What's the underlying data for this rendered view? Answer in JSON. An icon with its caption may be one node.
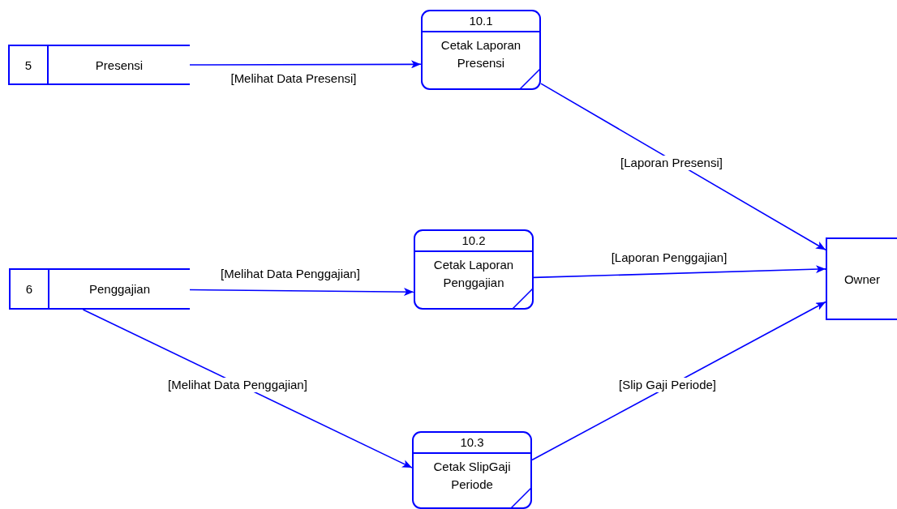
{
  "diagram": {
    "nodes": [
      {
        "text": [
          "5",
          "Presensi"
        ]
      },
      {
        "text": [
          "10.1",
          "Cetak Laporan Presensi"
        ]
      },
      {
        "text": [
          "6",
          "Penggajian"
        ]
      },
      {
        "text": [
          "10.2",
          "Cetak Laporan Penggajian"
        ]
      },
      {
        "text": [
          "Owner"
        ]
      },
      {
        "text": [
          "10.3",
          "Cetak SlipGaji Periode"
        ]
      }
    ],
    "edges": [
      {
        "from": 0,
        "to": 1,
        "arrow": "to",
        "label": "[Melihat Data Presensi]"
      },
      {
        "from": 1,
        "to": 4,
        "arrow": "to",
        "label": "[Laporan Presensi]"
      },
      {
        "from": 2,
        "to": 3,
        "arrow": "to",
        "label": "[Melihat Data Penggajian]"
      },
      {
        "from": 3,
        "to": 4,
        "arrow": "to",
        "label": "[Laporan Penggajian]"
      },
      {
        "from": 2,
        "to": 5,
        "arrow": "to",
        "label": "[Melihat Data Penggajian]"
      },
      {
        "from": 5,
        "to": 4,
        "arrow": "to",
        "label": "[Slip Gaji Periode]"
      }
    ]
  }
}
